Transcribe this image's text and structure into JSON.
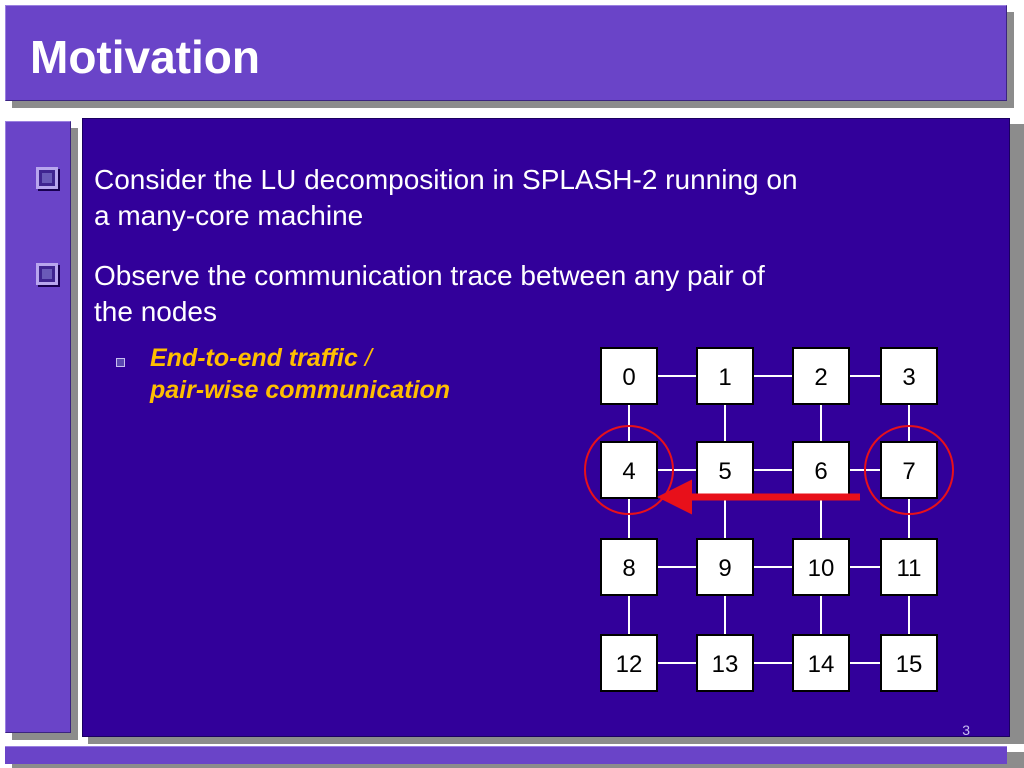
{
  "slide": {
    "title": "Motivation",
    "bullets": [
      {
        "line1": "Consider the LU decomposition in SPLASH-2 running on",
        "line2": "a many-core machine"
      },
      {
        "line1": "Observe the communication trace between any pair of",
        "line2": "the nodes"
      }
    ],
    "sub_bullet": {
      "part1": "End-to-end traffic",
      "part2": " /",
      "line2": "pair-wise communication"
    },
    "page_number": "3"
  },
  "mesh": {
    "rows": 4,
    "cols": 4,
    "nodes": [
      "0",
      "1",
      "2",
      "3",
      "4",
      "5",
      "6",
      "7",
      "8",
      "9",
      "10",
      "11",
      "12",
      "13",
      "14",
      "15"
    ],
    "highlighted_nodes": [
      "4",
      "7"
    ],
    "arrow": {
      "from": "7",
      "to": "4"
    }
  },
  "colors": {
    "title_bar": "#6a44c8",
    "panel": "#32009a",
    "highlight_circle": "#e8101a",
    "arrow": "#e8101a",
    "sub_bullet_text": "#ffbe00"
  }
}
